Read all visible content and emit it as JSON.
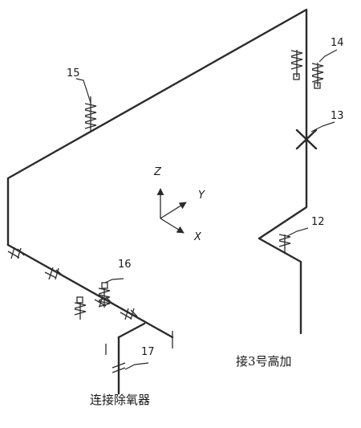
{
  "labels": {
    "n12": "12",
    "n13": "13",
    "n14": "14",
    "n15": "15",
    "n16": "16",
    "n17": "17",
    "connect_hp3": "接3号高加",
    "connect_deaerator": "连接除氧器"
  },
  "axes": {
    "z": "Z",
    "y": "Y",
    "x": "X"
  }
}
